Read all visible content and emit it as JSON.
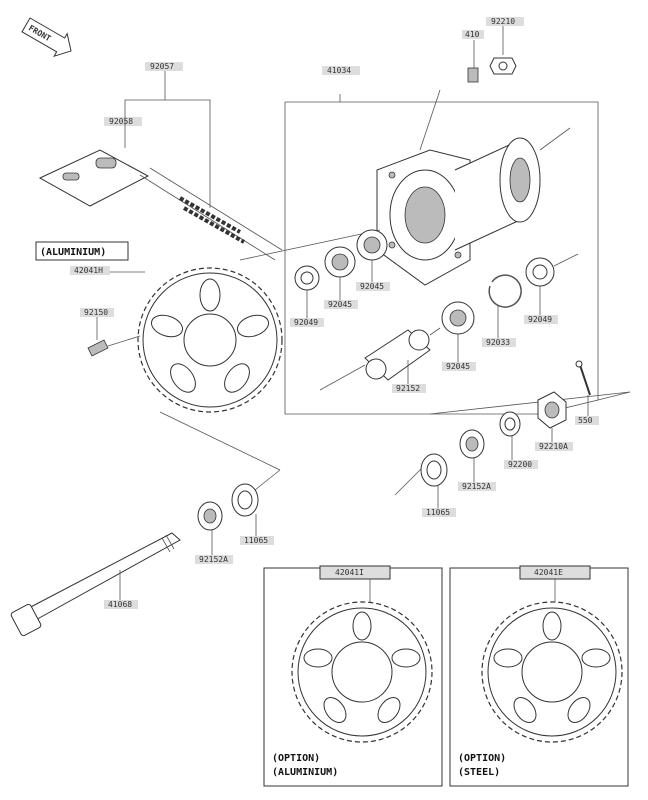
{
  "front_label": "FRONT",
  "notes": {
    "main_material": "(ALUMINIUM)",
    "option1_l1": "(OPTION)",
    "option1_l2": "(ALUMINIUM)",
    "option2_l1": "(OPTION)",
    "option2_l2": "(STEEL)"
  },
  "parts": {
    "p92057": "92057",
    "p92058": "92058",
    "p41034": "41034",
    "p410": "410",
    "p92210": "92210",
    "p42041H": "42041H",
    "p92150": "92150",
    "p92045a": "92045",
    "p92045b": "92045",
    "p92045c": "92045",
    "p92049a": "92049",
    "p92049b": "92049",
    "p92033": "92033",
    "p92152": "92152",
    "p550": "550",
    "p92210A": "92210A",
    "p92200": "92200",
    "p92152A_r": "92152A",
    "p11065_r": "11065",
    "p11065_l": "11065",
    "p92152A_l": "92152A",
    "p41068": "41068",
    "p42041I": "42041I",
    "p42041E": "42041E"
  }
}
